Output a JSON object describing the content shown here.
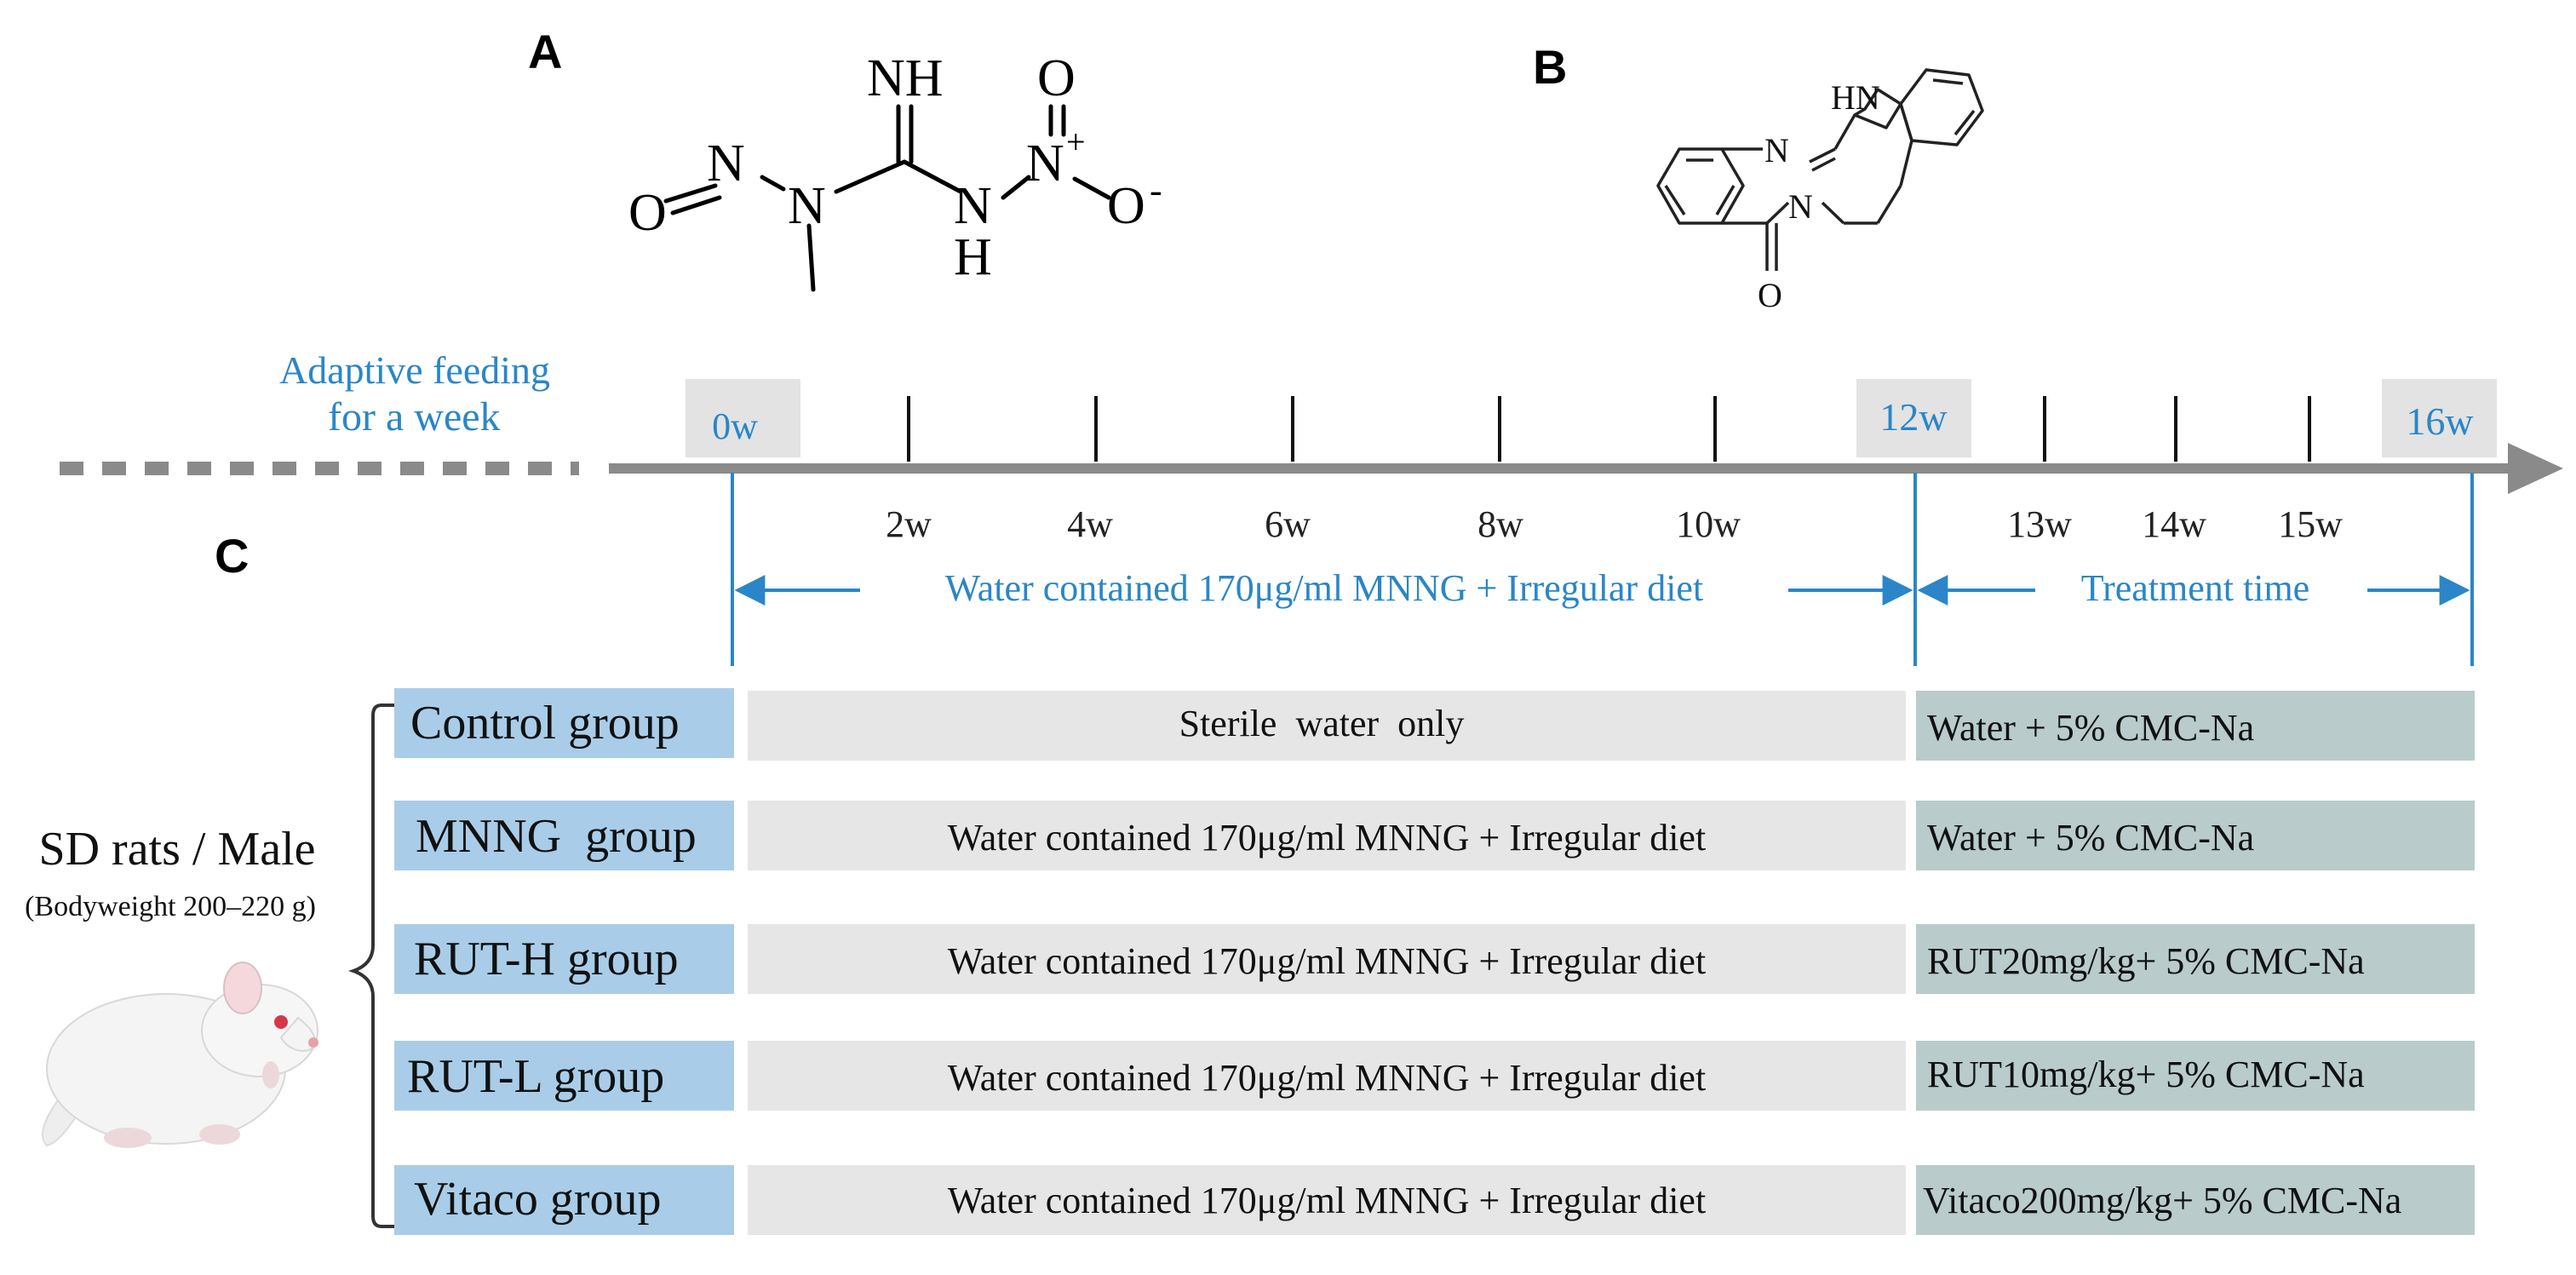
{
  "panels": {
    "a": "A",
    "b": "B",
    "c": "C"
  },
  "molecule_a": {
    "nh_top": "NH",
    "o_top": "O",
    "n_plus": "N",
    "plus": "+",
    "o_minus": "O",
    "minus": "-",
    "n_left": "N",
    "o_left": "O",
    "n_mid": "N",
    "n_right": "N",
    "h_right": "H"
  },
  "molecule_b": {
    "hn": "HN",
    "n_top": "N",
    "n_ring": "N",
    "o_bottom": "O"
  },
  "timeline": {
    "adaptive_line1": "Adaptive feeding",
    "adaptive_line2": "for a week",
    "week_0": "0w",
    "week_12": "12w",
    "week_16": "16w",
    "ticks": [
      "2w",
      "4w",
      "6w",
      "8w",
      "10w",
      "13w",
      "14w",
      "15w"
    ],
    "modeling_label": "Water contained 170μg/ml MNNG + Irregular diet",
    "treatment_label": "Treatment time"
  },
  "subjects": {
    "line1": "SD rats / Male",
    "line2": "(Bodyweight 200–220 g)"
  },
  "groups": [
    {
      "name": "Control group",
      "modeling": "Sterile  water  only",
      "treatment": "Water + 5% CMC-Na"
    },
    {
      "name": "MNNG  group",
      "modeling": "Water contained 170μg/ml MNNG + Irregular diet",
      "treatment": "Water + 5% CMC-Na"
    },
    {
      "name": "RUT-H group",
      "modeling": "Water contained 170μg/ml MNNG + Irregular diet",
      "treatment": "RUT20mg/kg+ 5% CMC-Na"
    },
    {
      "name": "RUT-L group",
      "modeling": "Water contained 170μg/ml MNNG + Irregular diet",
      "treatment": "RUT10mg/kg+ 5% CMC-Na"
    },
    {
      "name": "Vitaco group",
      "modeling": "Water contained 170μg/ml MNNG + Irregular diet",
      "treatment": "Vitaco200mg/kg+ 5% CMC-Na"
    }
  ],
  "colors": {
    "accent_blue": "#2a86c8",
    "group_box": "#a9cde8",
    "modeling_box": "#e6e6e6",
    "treatment_box": "#b9cbcb",
    "timeline_gray": "#8a8a8a",
    "week_box": "#e3e3e3"
  }
}
